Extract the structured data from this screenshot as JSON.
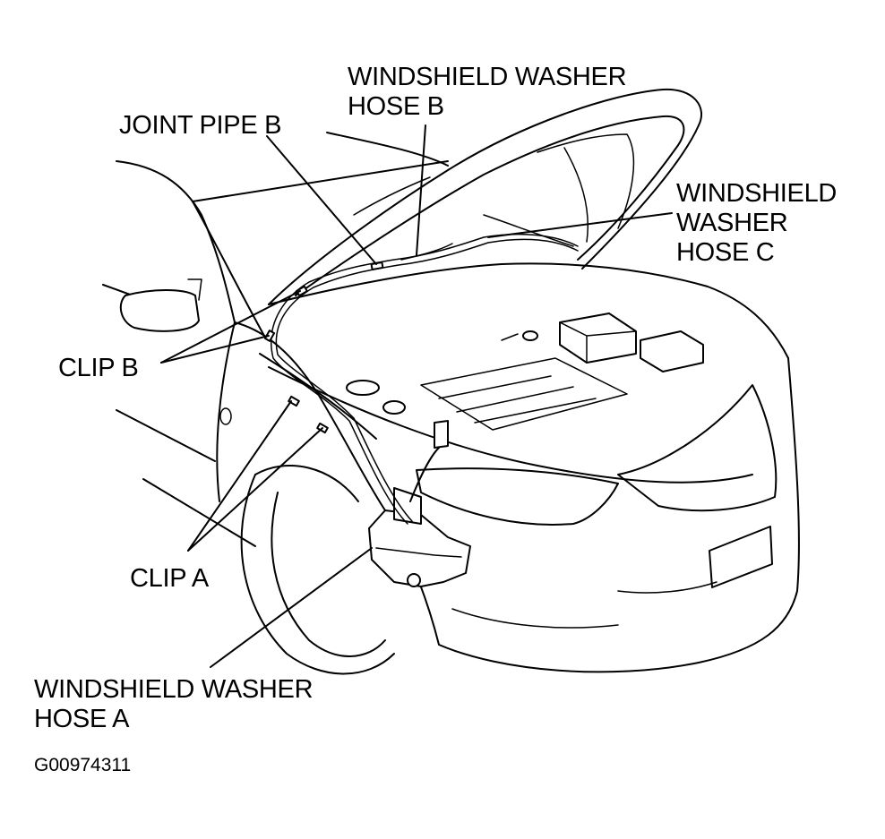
{
  "labels": {
    "washer_hose_b": [
      "WINDSHIELD WASHER",
      "HOSE B"
    ],
    "joint_pipe_b": "JOINT PIPE B",
    "washer_hose_c": [
      "WINDSHIELD",
      "WASHER",
      "HOSE C"
    ],
    "clip_b": "CLIP B",
    "clip_a": "CLIP A",
    "washer_hose_a": [
      "WINDSHIELD WASHER",
      "HOSE A"
    ]
  },
  "figure_code": "G00974311"
}
